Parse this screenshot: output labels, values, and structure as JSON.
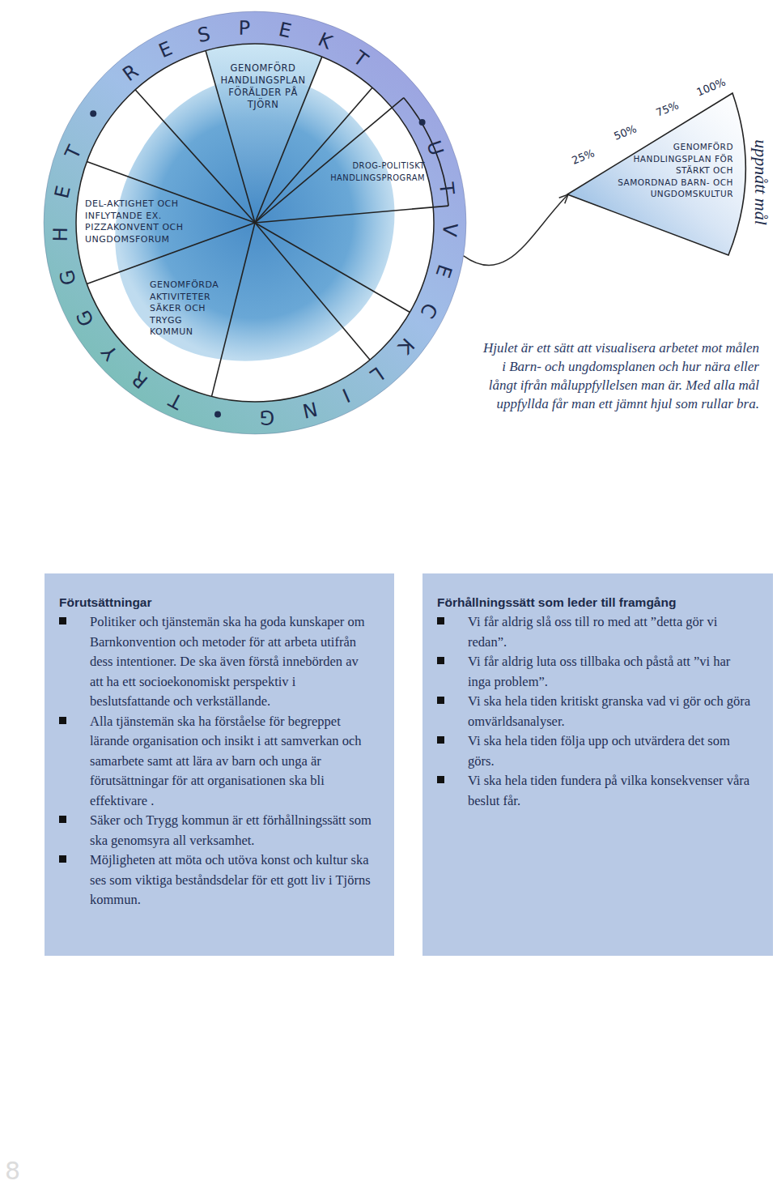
{
  "diagram": {
    "caption": "Hjulet är ett sätt att visualisera arbetet mot målen i Barn- och ungdomsplanen och hur nära eller långt ifrån måluppfyllelsen man är. Med alla mål uppfyllda får man ett jämnt hjul som rullar bra.",
    "nodes": [
      {
        "text": [
          "TRYGGHET",
          "RESPEKT",
          "UTVECKLING"
        ]
      },
      {
        "text": [
          "GENOMFÖRD HANDLINGSPLAN FÖRÄLDER PÅ TJÖRN"
        ],
        "in": 0
      },
      {
        "text": [
          "DROG-POLITISKT HANDLINGSPROGRAM"
        ],
        "in": 0
      },
      {
        "text": [
          "DEL-AKTIGHET OCH INFLYTANDE EX. PIZZAKONVENT OCH UNGDOMSFORUM"
        ],
        "in": 0
      },
      {
        "text": [
          "GENOMFÖRDA AKTIVITETER SÄKER OCH TRYGG KOMMUN"
        ],
        "in": 0
      },
      {
        "text": [
          "GENOMFÖRD HANDLINGSPLAN FÖR STÄRKT OCH SAMORDNAD BARN- OCH UNGDOMSKULTUR"
        ]
      },
      {
        "text": [
          "Förutsättningar",
          "Politiker och tjänstemän ska ha goda kunskaper om Barnkonvention och metoder för att arbeta utifrån dess intentioner. De ska även förstå innebörden av att ha ett socioekonomiskt perspektiv i beslutsfattande och verkställande.",
          "Alla tjänstemän ska ha förståelse för begreppet lärande organisation och insikt i att samverkan och samarbete samt att lära av barn och unga är förutsättningar för att organisationen ska bli effektivare .",
          "Säker och Trygg kommun är ett förhållningssätt som ska genomsyra all verksamhet.",
          "Möjligheten att möta och utöva konst och kultur ska ses som viktiga beståndsdelar för ett gott liv i Tjörns kommun."
        ]
      },
      {
        "text": [
          "Förhållningssätt som leder till framgång",
          "Vi får aldrig slå oss till ro med att ”detta gör vi redan”.",
          "Vi får aldrig luta oss tillbaka och påstå att ”vi har inga problem”.",
          "Vi ska hela tiden kritiskt granska vad vi gör och göra omvärldsanalyser.",
          "Vi ska hela tiden följa upp och utvärdera det som görs.",
          "Vi ska hela tiden fundera på vilka konsekvenser våra beslut får."
        ]
      }
    ],
    "edges": [
      {
        "from": 0,
        "to": 5,
        "arrow": "to"
      }
    ],
    "labels": [
      "25%",
      "50%",
      "75%",
      "100%",
      "uppnått mål",
      "8"
    ]
  }
}
